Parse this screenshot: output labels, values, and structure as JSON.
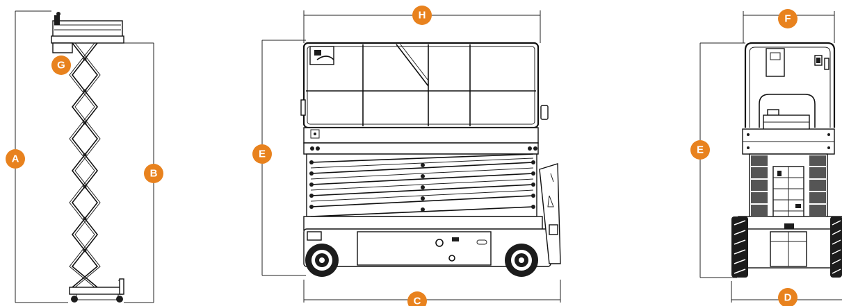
{
  "colors": {
    "badge": "#e8821e",
    "line": "#222222",
    "background": "#ffffff"
  },
  "views": {
    "side": {
      "badges": {
        "A": "A",
        "B": "B",
        "G": "G"
      }
    },
    "front": {
      "badges": {
        "H": "H",
        "E": "E",
        "C": "C"
      }
    },
    "rear": {
      "badges": {
        "F": "F",
        "E": "E",
        "D": "D"
      }
    }
  }
}
